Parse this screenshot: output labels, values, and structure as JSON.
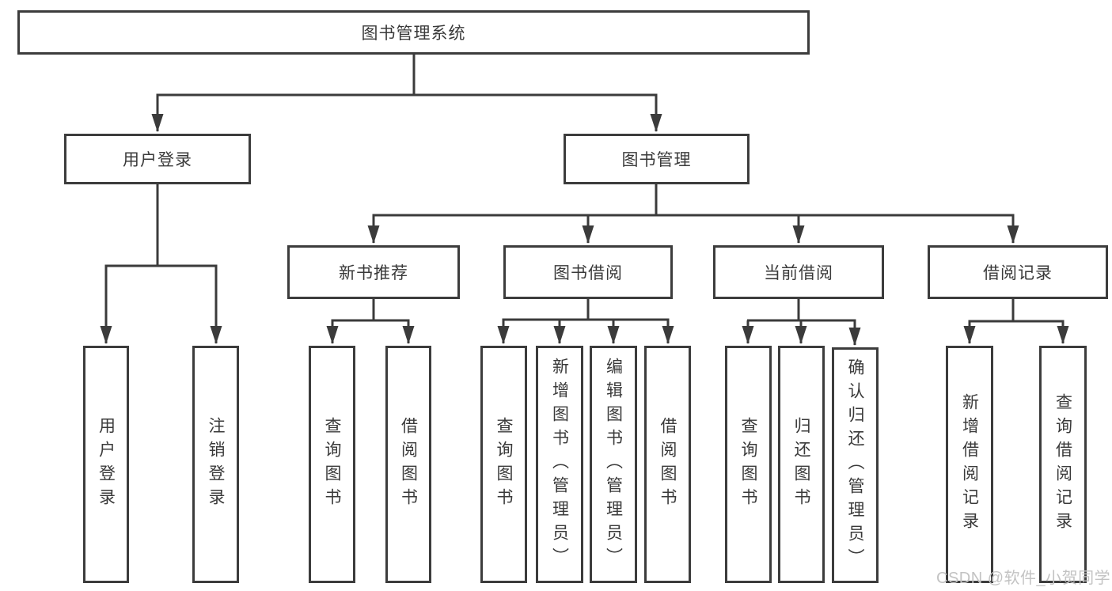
{
  "diagram": {
    "root": {
      "label": "图书管理系统"
    },
    "level2": {
      "login": {
        "label": "用户登录"
      },
      "mgmt": {
        "label": "图书管理"
      }
    },
    "level3": [
      {
        "label": "新书推荐"
      },
      {
        "label": "图书借阅"
      },
      {
        "label": "当前借阅"
      },
      {
        "label": "借阅记录"
      }
    ],
    "leaves": {
      "login": [
        "用户登录",
        "注销登录"
      ],
      "newbook": [
        "查询图书",
        "借阅图书"
      ],
      "borrow": [
        "查询图书",
        "新增图书（管理员）",
        "编辑图书（管理员）",
        "借阅图书"
      ],
      "current": [
        "查询图书",
        "归还图书",
        "确认归还（管理员）"
      ],
      "record": [
        "新增借阅记录",
        "查询借阅记录"
      ]
    }
  },
  "watermark": "CSDN @软件_小贺同学",
  "colors": {
    "line": "#3b3b3b",
    "text": "#3a3a3a",
    "box_background": "#ffffff",
    "watermark": "#c3c3c3"
  }
}
